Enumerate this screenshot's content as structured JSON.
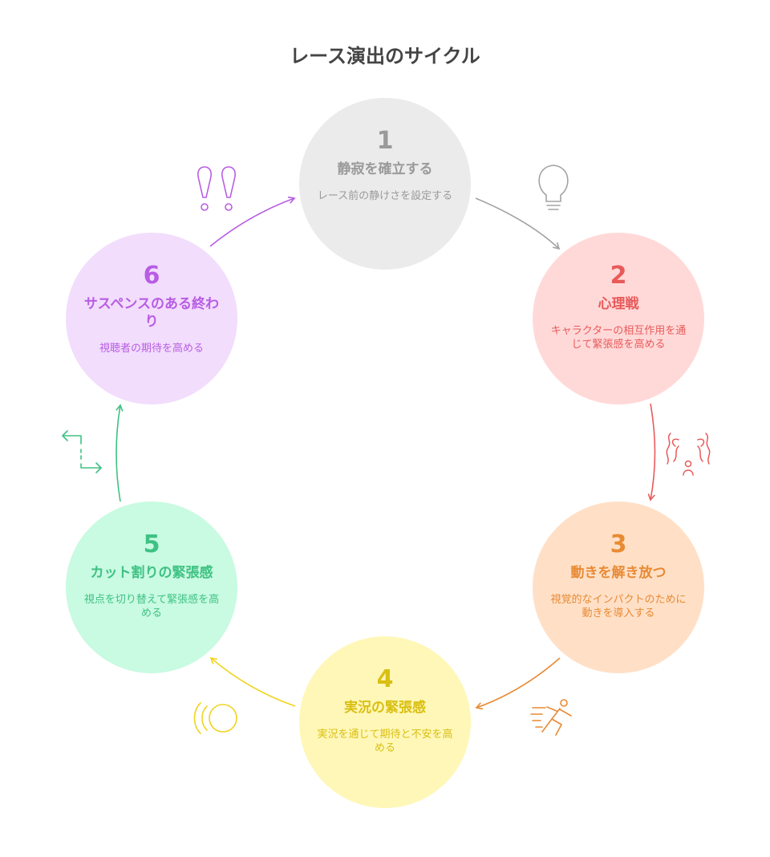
{
  "title": "レース演出のサイクル",
  "colors": {
    "step1": "#9a9a9a",
    "step2": "#e85a5a",
    "step3": "#e88a34",
    "step4": "#d9bf12",
    "step5": "#3ec283",
    "step6": "#b85de3"
  },
  "steps": [
    {
      "number": "1",
      "title": "静寂を確立する",
      "description": "レース前の静けさを設定する",
      "icon": "lightbulb-icon"
    },
    {
      "number": "2",
      "title": "心理戦",
      "description": "キャラクターの相互作用を通じて緊張感を高める",
      "icon": "tension-people-icon"
    },
    {
      "number": "3",
      "title": "動きを解き放つ",
      "description": "視覚的なインパクトのために動きを導入する",
      "icon": "running-person-icon"
    },
    {
      "number": "4",
      "title": "実況の緊張感",
      "description": "実況を通じて期待と不安を高める",
      "icon": "sound-waves-icon"
    },
    {
      "number": "5",
      "title": "カット割りの緊張感",
      "description": "視点を切り替えて緊張感を高める",
      "icon": "switch-arrows-icon"
    },
    {
      "number": "6",
      "title": "サスペンスのある終わり",
      "description": "視聴者の期待を高める",
      "icon": "double-exclamation-icon"
    }
  ]
}
